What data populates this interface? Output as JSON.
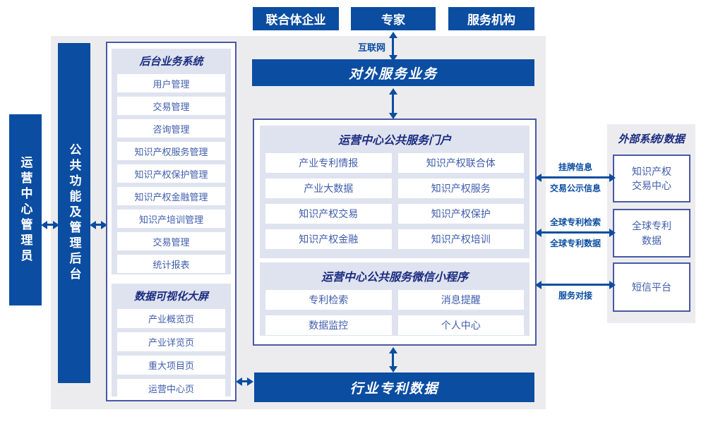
{
  "colors": {
    "primary_blue": "#0b4da1",
    "panel_gray": "#ececee",
    "section_lavender": "#dfe3ef",
    "border_slate": "#4a58a6",
    "title_navy": "#1a2b80",
    "item_blue": "#3f5dad"
  },
  "top_actors": [
    "联合体企业",
    "专家",
    "服务机构"
  ],
  "internet_label": "互联网",
  "external_service_bar": "对外服务业务",
  "industry_data_bar": "行业专利数据",
  "admin_bar": "运营中心管理员",
  "backend_bar": "公共功能及管理后台",
  "left_panel": {
    "backend_section": {
      "title": "后台业务系统",
      "items": [
        "用户管理",
        "交易管理",
        "咨询管理",
        "知识产权服务管理",
        "知识产权保护管理",
        "知识产权金融管理",
        "知识产培训管理",
        "交易管理",
        "统计报表"
      ]
    },
    "dashboard_section": {
      "title": "数据可视化大屏",
      "items": [
        "产业概览页",
        "产业详览页",
        "重大项目页",
        "运营中心页"
      ]
    }
  },
  "center_panel": {
    "portal_section": {
      "title": "运营中心公共服务门户",
      "items": [
        "产业专利情报",
        "知识产权联合体",
        "产业大数据",
        "知识产权服务",
        "知识产权交易",
        "知识产权保护",
        "知识产权金融",
        "知识产权培训"
      ]
    },
    "miniprogram_section": {
      "title": "运营中心公共服务微信小程序",
      "items": [
        "专利检索",
        "消息提醒",
        "数据监控",
        "个人中心"
      ]
    }
  },
  "right_panel": {
    "title": "外部系统/数据",
    "systems": [
      "知识产权\n交易中心",
      "全球专利\n数据",
      "短信平台"
    ],
    "links": [
      {
        "top": "挂牌信息",
        "bottom": "交易公示信息"
      },
      {
        "top": "全球专利检索",
        "bottom": "全球专利数据"
      },
      {
        "top": "",
        "bottom": "服务对接"
      }
    ]
  }
}
